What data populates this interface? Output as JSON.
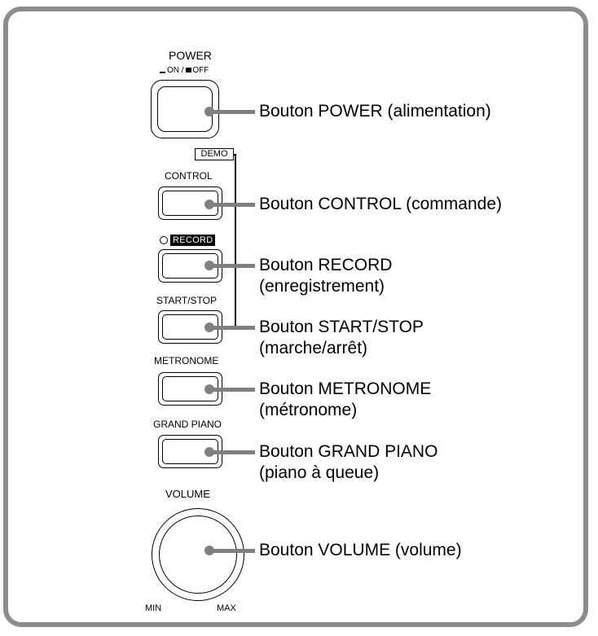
{
  "panel": {
    "power_title": "POWER",
    "power_on": "ON",
    "power_sep": "/",
    "power_off": "OFF",
    "demo": "DEMO",
    "control": "CONTROL",
    "record": "RECORD",
    "start_stop": "START/STOP",
    "metronome": "METRONOME",
    "grand_piano": "GRAND PIANO",
    "volume": "VOLUME",
    "min": "MIN",
    "max": "MAX"
  },
  "callouts": {
    "power": [
      "Bouton POWER (alimentation)"
    ],
    "control": [
      "Bouton CONTROL (commande)"
    ],
    "record": [
      "Bouton RECORD",
      "(enregistrement)"
    ],
    "start_stop": [
      "Bouton START/STOP",
      "(marche/arrêt)"
    ],
    "metronome": [
      "Bouton METRONOME",
      "(métronome)"
    ],
    "grand_piano": [
      "Bouton GRAND PIANO",
      "(piano à queue)"
    ],
    "volume": [
      "Bouton VOLUME (volume)"
    ]
  },
  "colors": {
    "frame": "#8c8c8c",
    "leader": "#808080",
    "ink": "#000000"
  }
}
